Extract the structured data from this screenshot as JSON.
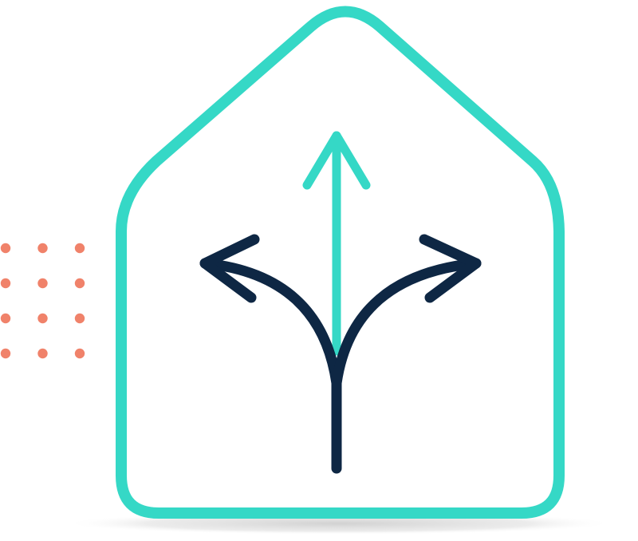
{
  "illustration": {
    "icon": "house-with-split-direction-arrows",
    "colors": {
      "house_outline": "#35D8C6",
      "center_arrow": "#35D8C6",
      "side_arrows": "#0E2744",
      "dots": "#F0826A",
      "shadow": "#D2D2D2",
      "background": "#FFFFFF"
    },
    "dot_grid": {
      "rows": 4,
      "columns": 3
    }
  }
}
